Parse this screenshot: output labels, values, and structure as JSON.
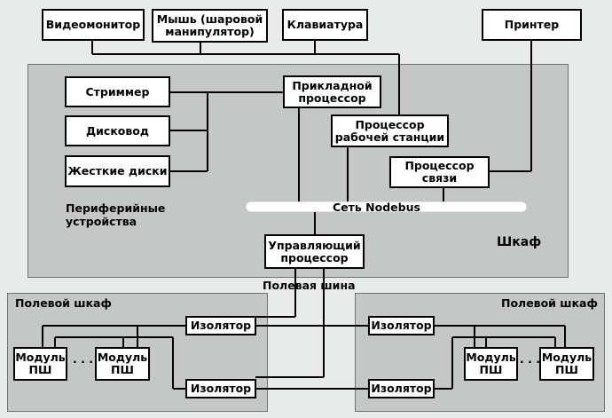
{
  "labels": {
    "cabinet": "Шкаф",
    "peripheral_devices": "Периферийные\nустройства",
    "network": "Сеть Nodebus",
    "field_bus": "Полевая шина",
    "field_cabinet_left": "Полевой шкаф",
    "field_cabinet_right": "Полевой шкаф",
    "dots_left": "· · ·",
    "dots_right": "· · ·"
  },
  "nodes": {
    "video_monitor": "Видеомонитор",
    "mouse": "Мышь (шаровой\nманипулятор)",
    "keyboard": "Клавиатура",
    "printer": "Принтер",
    "streamer": "Стриммер",
    "disk_drive": "Дисковод",
    "hard_disks": "Жесткие диски",
    "app_processor": "Прикладной\nпроцессор",
    "workstation_processor": "Процессор\nрабочей станции",
    "comm_processor": "Процессор\nсвязи",
    "control_processor": "Управляющий\nпроцессор",
    "isolator_left_top": "Изолятор",
    "isolator_left_bottom": "Изолятор",
    "isolator_right_top": "Изолятор",
    "isolator_right_bottom": "Изолятор",
    "module_left_1": "Модуль\nПШ",
    "module_left_2": "Модуль\nПШ",
    "module_right_1": "Модуль\nПШ",
    "module_right_2": "Модуль\nПШ"
  }
}
